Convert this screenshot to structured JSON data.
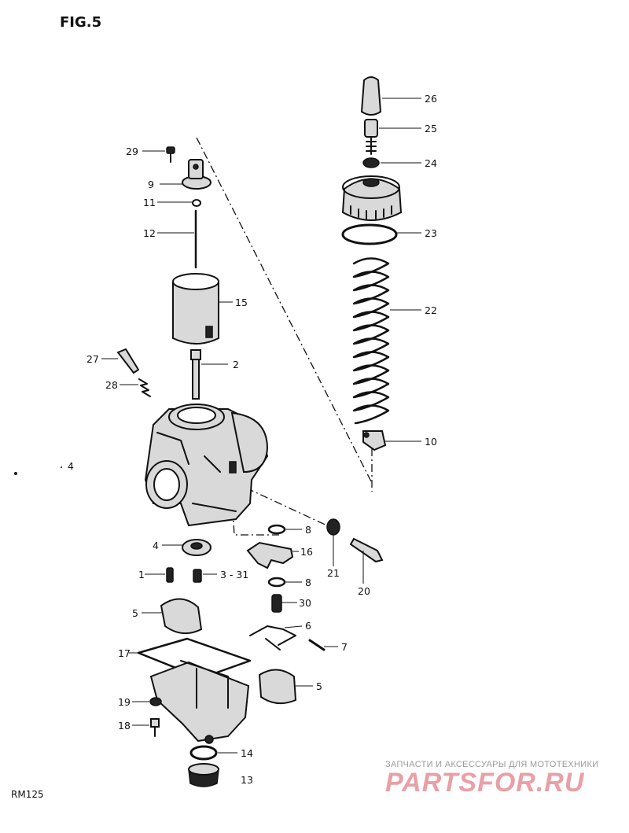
{
  "figure": {
    "title": "FIG.5",
    "model": "RM125"
  },
  "callouts": {
    "c26": "26",
    "c25": "25",
    "c24": "24",
    "c23": "23",
    "c22": "22",
    "c10": "10",
    "c29": "29",
    "c9": "9",
    "c11": "11",
    "c12": "12",
    "c15": "15",
    "c2": "2",
    "c27": "27",
    "c28": "28",
    "c4": "4",
    "c1": "1",
    "c3_31": "3 - 31",
    "c5a": "5",
    "c5b": "5",
    "c17": "17",
    "c19": "19",
    "c18": "18",
    "c14": "14",
    "c13": "13",
    "c8a": "8",
    "c8b": "8",
    "c16": "16",
    "c21": "21",
    "c20": "20",
    "c30": "30",
    "c6": "6",
    "c7": "7",
    "c_stray": "4"
  },
  "watermark": {
    "tagline": "ЗАПЧАСТИ И АКСЕССУАРЫ ДЛЯ МОТОТЕХНИКИ",
    "brand": "PARTSFOR.RU",
    "color": "#e8a0a6"
  }
}
